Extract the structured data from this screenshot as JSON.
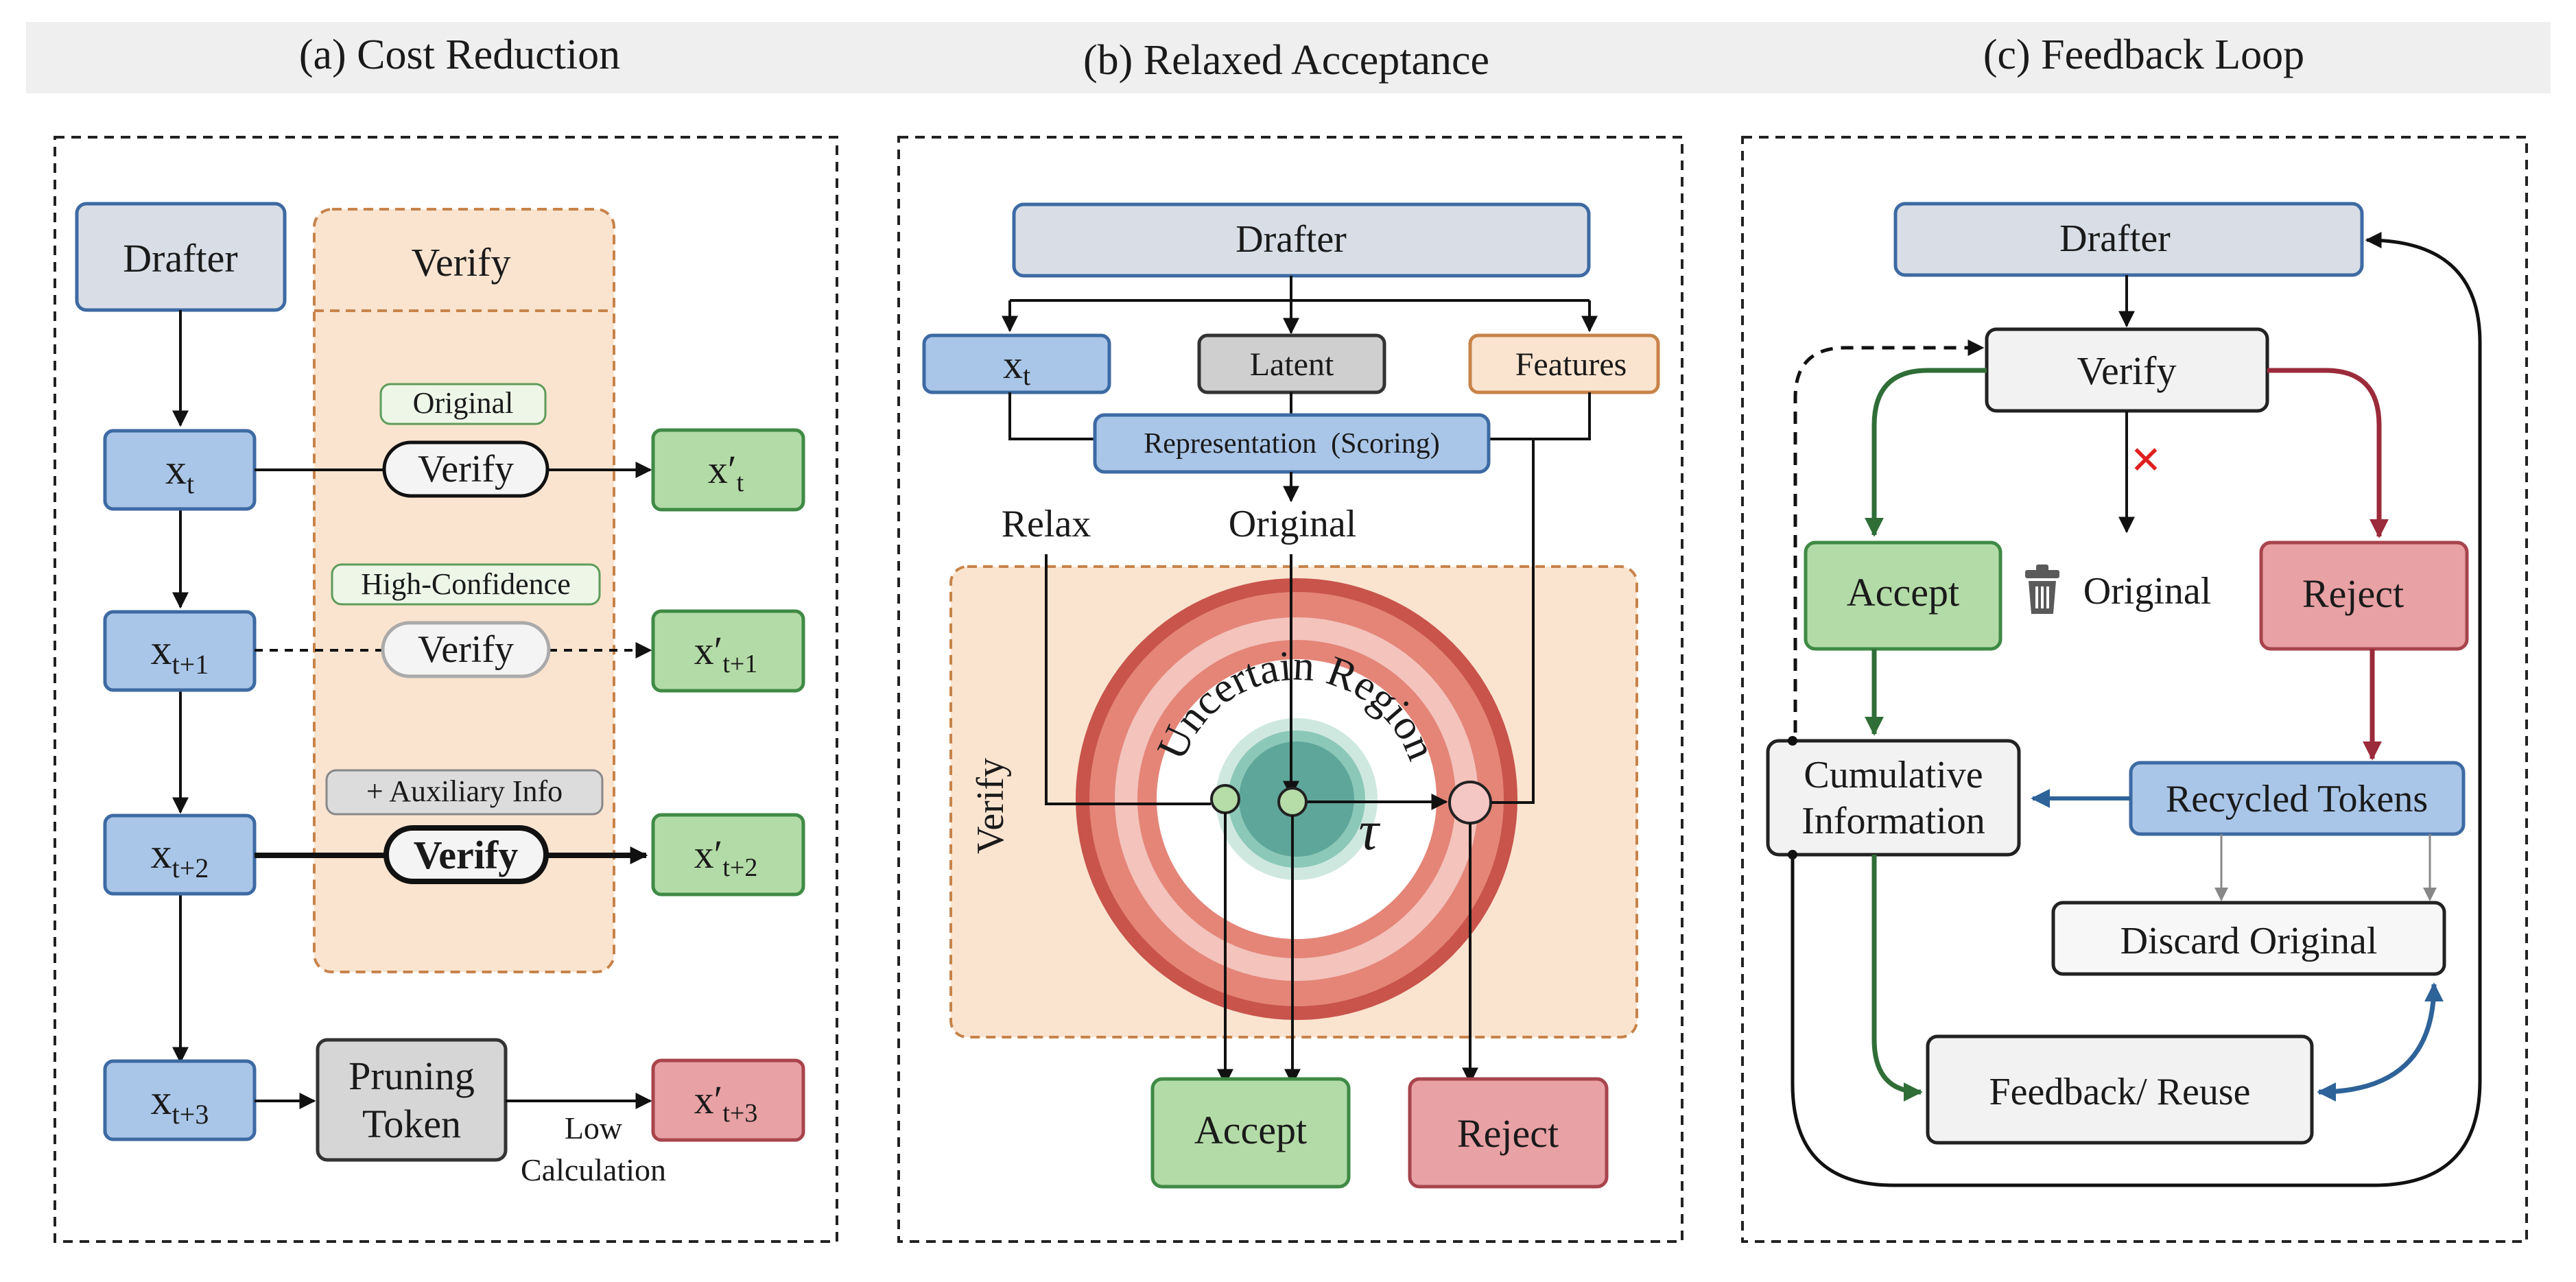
{
  "panel_a": {
    "title": "(a) Cost Reduction",
    "drafter": "Drafter",
    "verify_header": "Verify",
    "tag_original": "Original",
    "tag_high_confidence": "High-Confidence",
    "tag_aux": "+ Auxiliary Info",
    "verify_1": "Verify",
    "verify_2": "Verify",
    "verify_3": "Verify",
    "rows": [
      {
        "x": "x",
        "sub": "t",
        "out": "xʹ",
        "out_sub": "t"
      },
      {
        "x": "x",
        "sub": "t+1",
        "out": "xʹ",
        "out_sub": "t+1"
      },
      {
        "x": "x",
        "sub": "t+2",
        "out": "xʹ",
        "out_sub": "t+2"
      },
      {
        "x": "x",
        "sub": "t+3",
        "out": "xʹ",
        "out_sub": "t+3"
      }
    ],
    "pruning_line1": "Pruning",
    "pruning_line2": "Token",
    "low_calc_line1": "Low",
    "low_calc_line2": "Calculation"
  },
  "panel_b": {
    "title": "(b) Relaxed Acceptance",
    "drafter": "Drafter",
    "xt": "x",
    "xt_sub": "t",
    "latent": "Latent",
    "features": "Features",
    "representation": "Representation  (Scoring)",
    "relax": "Relax",
    "original": "Original",
    "verify": "Verify",
    "uncertain_region": "Uncertain Region",
    "tau": "τ",
    "accept": "Accept",
    "reject": "Reject"
  },
  "panel_c": {
    "title": "(c) Feedback Loop",
    "drafter": "Drafter",
    "verify": "Verify",
    "cross": "✕",
    "accept": "Accept",
    "original": "Original",
    "reject": "Reject",
    "cumulative_line1": "Cumulative",
    "cumulative_line2": "Information",
    "recycled": "Recycled Tokens",
    "discard": "Discard Original",
    "feedback": "Feedback/ Reuse"
  },
  "colors": {
    "blue_fill": "#a9c6e8",
    "blue_stroke": "#3d6aa3",
    "green_fill": "#b3dba7",
    "green_stroke": "#3f8a45",
    "red_fill": "#e8a1a4",
    "red_stroke": "#a8444c",
    "gray_fill": "#d9dee6",
    "orange_fill": "#fbe4cf",
    "orange_stroke": "#c7834a",
    "accept_arrow": "#2f6e37",
    "reject_arrow": "#9b2a3a",
    "recycle_arrow": "#2e6399"
  },
  "icons": [
    "trash-icon",
    "cross-icon"
  ]
}
